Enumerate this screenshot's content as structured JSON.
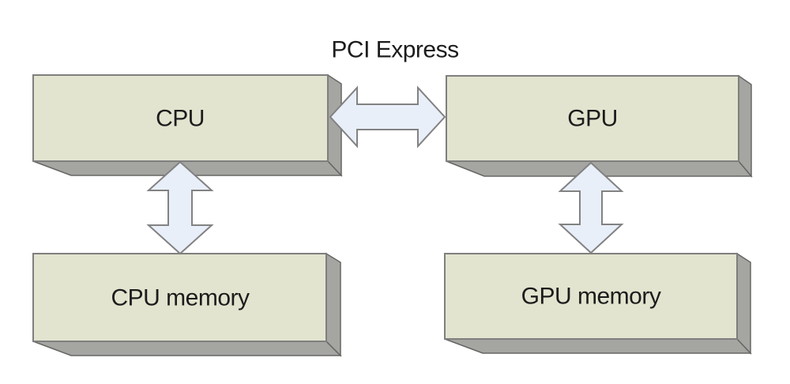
{
  "diagram": {
    "nodes": [
      {
        "id": "cpu",
        "label": "CPU"
      },
      {
        "id": "gpu",
        "label": "GPU"
      },
      {
        "id": "cpu-memory",
        "label": "CPU memory"
      },
      {
        "id": "gpu-memory",
        "label": "GPU memory"
      }
    ],
    "edges": [
      {
        "from": "cpu",
        "to": "gpu",
        "label": "PCI Express",
        "type": "bidirectional"
      },
      {
        "from": "cpu",
        "to": "cpu-memory",
        "label": "",
        "type": "bidirectional"
      },
      {
        "from": "gpu",
        "to": "gpu-memory",
        "label": "",
        "type": "bidirectional"
      }
    ]
  },
  "colors": {
    "background": "#ffffff",
    "box_fill": "#e3e4cf",
    "box_stroke": "#7f7f7f",
    "side_fill": "#a5a5a2",
    "side_stroke": "#666664",
    "arrow_fill": "#e9eff9",
    "arrow_stroke": "#828282",
    "text": "#1c1c1c"
  }
}
